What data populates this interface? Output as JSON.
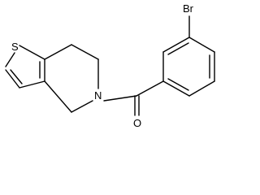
{
  "structure": {
    "atoms": {
      "S": "S",
      "N": "N",
      "O": "O",
      "Br": "Br"
    }
  }
}
